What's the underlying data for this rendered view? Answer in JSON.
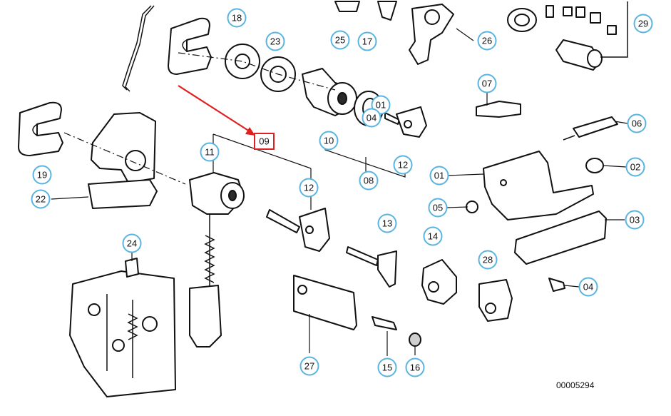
{
  "diagram": {
    "document_number": "00005294",
    "highlighted_label": "09",
    "callouts": [
      "18",
      "23",
      "25",
      "17",
      "26",
      "29",
      "07",
      "01",
      "04",
      "10",
      "12",
      "06",
      "08",
      "02",
      "11",
      "12",
      "19",
      "22",
      "01",
      "05",
      "03",
      "13",
      "24",
      "14",
      "28",
      "04",
      "27",
      "15",
      "16"
    ],
    "colors": {
      "callout_ring": "#5ab4e0",
      "highlight": "#e02020"
    }
  }
}
